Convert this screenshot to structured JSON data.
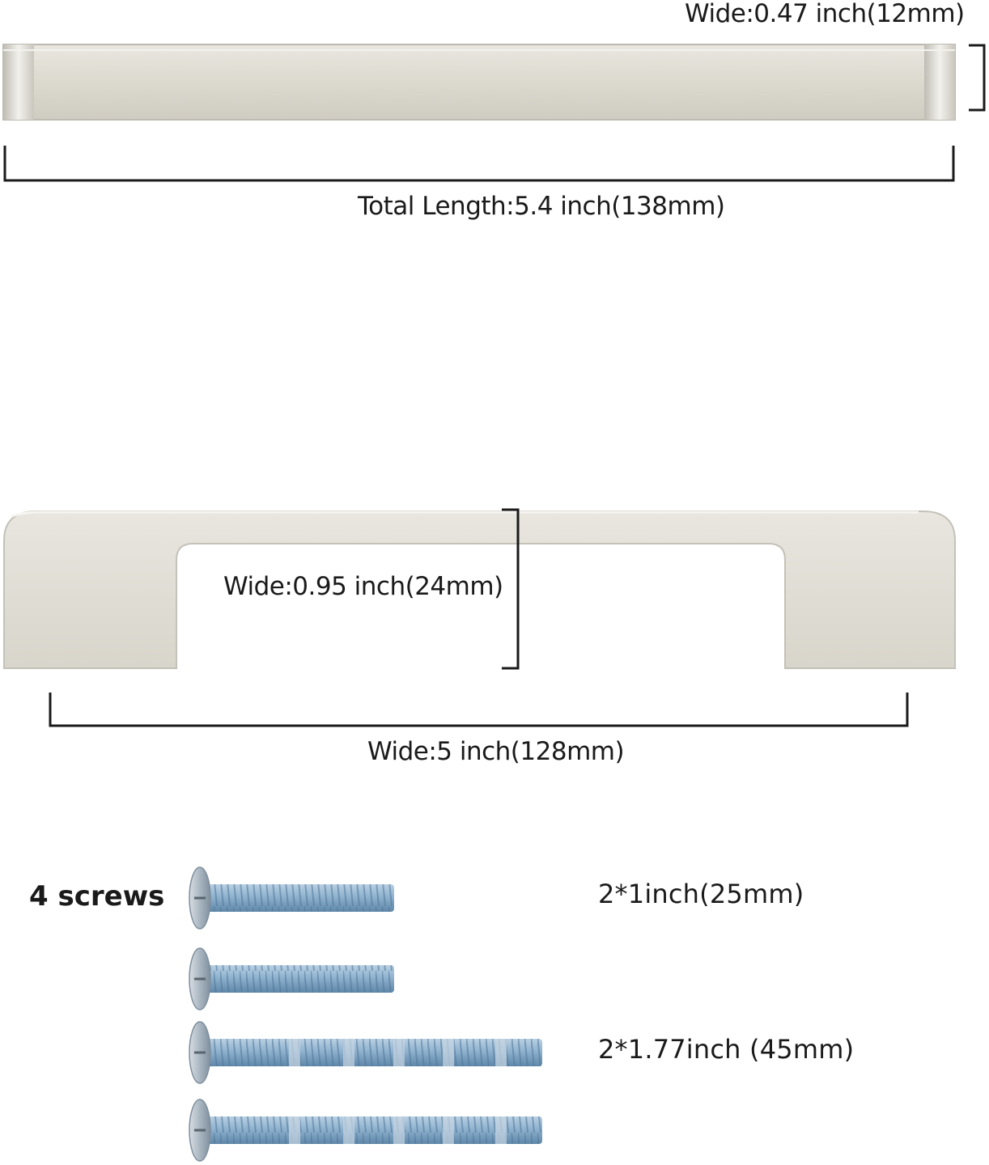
{
  "top_view": {
    "width_label": "Wide:0.47 inch(12mm)",
    "length_label": "Total Length:5.4 inch(138mm)"
  },
  "side_view": {
    "height_label": "Wide:0.95 inch(24mm)",
    "hole_distance_label": "Wide:5 inch(128mm)"
  },
  "screws": {
    "title": "4 screws",
    "short_label": "2*1inch(25mm)",
    "long_label": "2*1.77inch (45mm)"
  },
  "colors": {
    "metal": "#dcd9cf",
    "metal_dark": "#bdbab1",
    "screw": "#8fb2cf",
    "line": "#1a1a1a"
  }
}
